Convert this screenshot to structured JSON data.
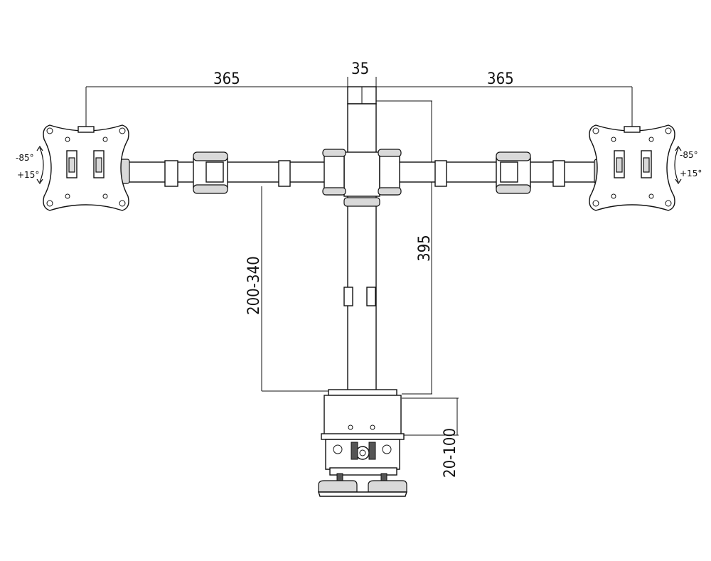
{
  "dimensions": {
    "arm_left": "365",
    "pole_width": "35",
    "arm_right": "365",
    "pole_height": "395",
    "arm_height_range": "200-340",
    "clamp_range": "20-100"
  },
  "tilt": {
    "left_up": "-85°",
    "left_down": "+15°",
    "right_up": "-85°",
    "right_down": "+15°"
  },
  "icons": [
    "vesa-plate-left",
    "vesa-plate-right",
    "pole",
    "arm-joint",
    "desk-clamp",
    "tilt-arrow"
  ]
}
